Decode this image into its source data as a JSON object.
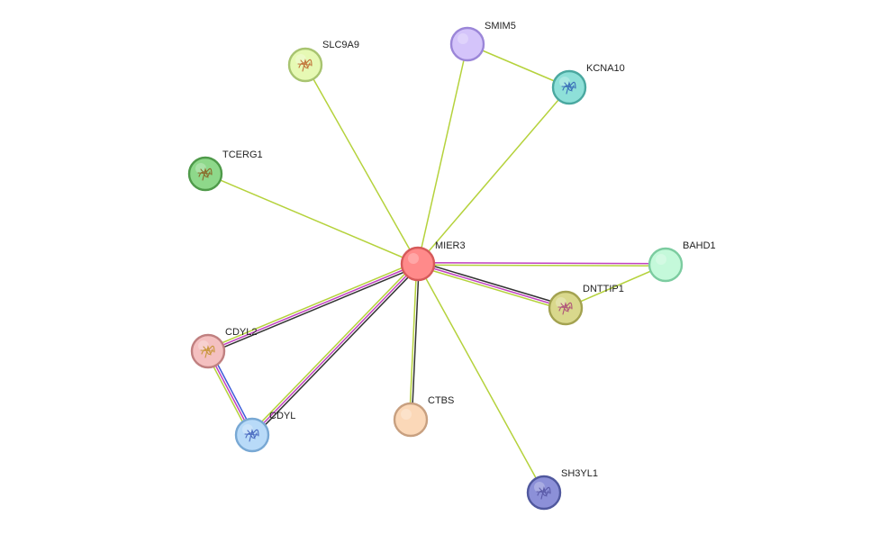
{
  "network": {
    "nodes": [
      {
        "id": "MIER3",
        "label": "MIER3",
        "fill": "#ff8a8a",
        "stroke": "#d65a5a",
        "glyph": "none",
        "glyph_color": ""
      },
      {
        "id": "SMIM5",
        "label": "SMIM5",
        "fill": "#d4c4fa",
        "stroke": "#9b86d8",
        "glyph": "none",
        "glyph_color": ""
      },
      {
        "id": "SLC9A9",
        "label": "SLC9A9",
        "fill": "#e6f9b4",
        "stroke": "#a8c470",
        "glyph": "protein-structure-icon",
        "glyph_color": "#c2743a"
      },
      {
        "id": "KCNA10",
        "label": "KCNA10",
        "fill": "#8ee0d8",
        "stroke": "#4aa8a0",
        "glyph": "protein-structure-icon",
        "glyph_color": "#3a6fb8"
      },
      {
        "id": "TCERG1",
        "label": "TCERG1",
        "fill": "#8ed88a",
        "stroke": "#4f9a4a",
        "glyph": "protein-structure-icon",
        "glyph_color": "#8a6a2a"
      },
      {
        "id": "BAHD1",
        "label": "BAHD1",
        "fill": "#c4f9da",
        "stroke": "#7ccca0",
        "glyph": "none",
        "glyph_color": ""
      },
      {
        "id": "DNTTIP1",
        "label": "DNTTIP1",
        "fill": "#d9d88c",
        "stroke": "#a3a250",
        "glyph": "protein-structure-icon",
        "glyph_color": "#b0557a"
      },
      {
        "id": "CDYL2",
        "label": "CDYL2",
        "fill": "#f4c0c0",
        "stroke": "#c08080",
        "glyph": "protein-structure-icon",
        "glyph_color": "#c8963a"
      },
      {
        "id": "CDYL",
        "label": "CDYL",
        "fill": "#b8daf8",
        "stroke": "#78a8d4",
        "glyph": "protein-structure-icon",
        "glyph_color": "#4a6ac0"
      },
      {
        "id": "CTBS",
        "label": "CTBS",
        "fill": "#fbd8b8",
        "stroke": "#c8a080",
        "glyph": "none",
        "glyph_color": ""
      },
      {
        "id": "SH3YL1",
        "label": "SH3YL1",
        "fill": "#8c90d8",
        "stroke": "#50589e",
        "glyph": "protein-structure-icon",
        "glyph_color": "#5a5aa8"
      }
    ],
    "edges": [
      {
        "source": "MIER3",
        "target": "SMIM5",
        "colors": [
          "#b5d23c"
        ]
      },
      {
        "source": "MIER3",
        "target": "SLC9A9",
        "colors": [
          "#b5d23c"
        ]
      },
      {
        "source": "MIER3",
        "target": "KCNA10",
        "colors": [
          "#b5d23c"
        ]
      },
      {
        "source": "MIER3",
        "target": "TCERG1",
        "colors": [
          "#b5d23c"
        ]
      },
      {
        "source": "MIER3",
        "target": "BAHD1",
        "colors": [
          "#c040c0",
          "#b5d23c"
        ]
      },
      {
        "source": "MIER3",
        "target": "DNTTIP1",
        "colors": [
          "#333333",
          "#c040c0",
          "#b5d23c"
        ]
      },
      {
        "source": "MIER3",
        "target": "CDYL2",
        "colors": [
          "#333333",
          "#c040c0",
          "#b5d23c"
        ]
      },
      {
        "source": "MIER3",
        "target": "CDYL",
        "colors": [
          "#333333",
          "#c040c0",
          "#b5d23c"
        ]
      },
      {
        "source": "MIER3",
        "target": "CTBS",
        "colors": [
          "#333333",
          "#b5d23c"
        ]
      },
      {
        "source": "MIER3",
        "target": "SH3YL1",
        "colors": [
          "#b5d23c"
        ]
      },
      {
        "source": "SMIM5",
        "target": "KCNA10",
        "colors": [
          "#b5d23c"
        ]
      },
      {
        "source": "BAHD1",
        "target": "DNTTIP1",
        "colors": [
          "#b5d23c"
        ]
      },
      {
        "source": "CDYL2",
        "target": "CDYL",
        "colors": [
          "#3a5ad8",
          "#c040c0",
          "#b5d23c"
        ]
      }
    ]
  }
}
